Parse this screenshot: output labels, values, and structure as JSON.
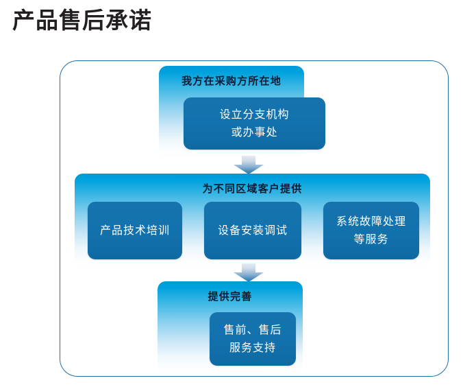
{
  "page": {
    "title": "产品售后承诺",
    "background_color": "#ffffff",
    "frame_border_color": "#1b6fa8",
    "panel_gradient_top": "#009ad8",
    "panel_gradient_bottom": "#ffffff",
    "inner_box_color": "#1372ad",
    "panel_title_color": "#0d1b33",
    "inner_box_text_color": "#ffffff",
    "arrow_color_top": "#d6e2ee",
    "arrow_color_bottom": "#2f7fb5"
  },
  "diagram": {
    "type": "flow-down",
    "steps": [
      {
        "id": "step-1",
        "title": "我方在采购方所在地",
        "boxes": [
          {
            "line1": "设立分支机构",
            "line2": "或办事处"
          }
        ]
      },
      {
        "id": "step-2",
        "title": "为不同区域客户提供",
        "boxes": [
          {
            "line1": "产品技术培训",
            "line2": ""
          },
          {
            "line1": "设备安装调试",
            "line2": ""
          },
          {
            "line1": "系统故障处理",
            "line2": "等服务"
          }
        ]
      },
      {
        "id": "step-3",
        "title": "提供完善",
        "boxes": [
          {
            "line1": "售前、售后",
            "line2": "服务支持"
          }
        ]
      }
    ],
    "connectors": [
      {
        "id": "arrow-1",
        "icon": "arrow-down-icon",
        "from": "step-1",
        "to": "step-2"
      },
      {
        "id": "arrow-2",
        "icon": "arrow-down-icon",
        "from": "step-2",
        "to": "step-3"
      }
    ]
  }
}
